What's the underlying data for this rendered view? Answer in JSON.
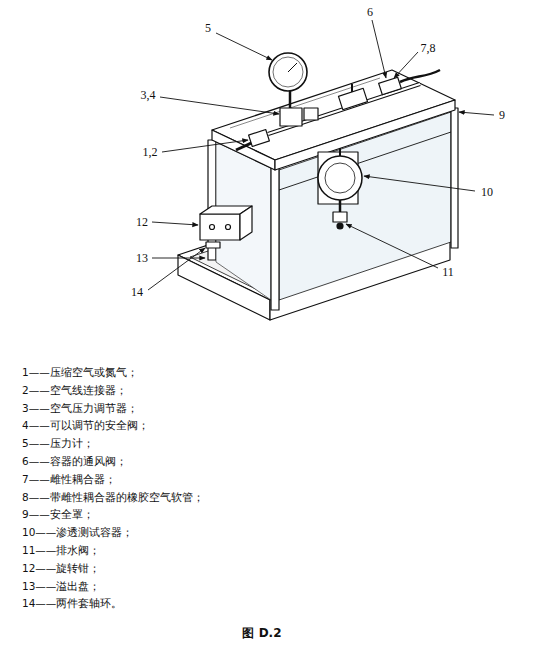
{
  "diagram": {
    "caption": "图 D.2",
    "labels": [
      "5",
      "6",
      "7,8",
      "3,4",
      "9",
      "1,2",
      "10",
      "12",
      "13",
      "11",
      "14",
      "1——压缩空气或氮气；",
      "2——空气线连接器；",
      "3——空气压力调节器；",
      "4——可以调节的安全阀；",
      "5——压力计；",
      "6——容器的通风阀；",
      "7——雌性耦合器；",
      "8——带雌性耦合器的橡胶空气软管；",
      "9——安全罩；",
      "10——渗透测试容器；",
      "11——排水阀；",
      "12——旋转钳；",
      "13——溢出盘；",
      "14——两件套轴环。"
    ]
  }
}
